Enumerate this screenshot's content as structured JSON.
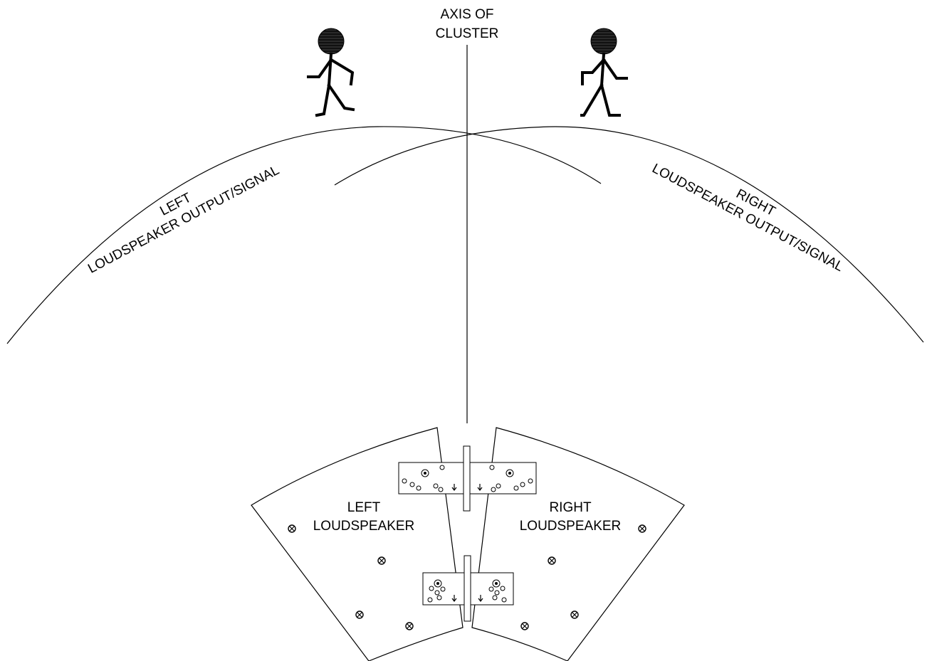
{
  "labels": {
    "axis_line1": "AXIS OF",
    "axis_line2": "CLUSTER",
    "left_output_line1": "LEFT",
    "left_output_line2": "LOUDSPEAKER OUTPUT/SIGNAL",
    "right_output_line1": "RIGHT",
    "right_output_line2": "LOUDSPEAKER OUTPUT/SIGNAL",
    "left_speaker_line1": "LEFT",
    "left_speaker_line2": "LOUDSPEAKER",
    "right_speaker_line1": "RIGHT",
    "right_speaker_line2": "LOUDSPEAKER"
  },
  "colors": {
    "line": "#000000",
    "background": "#ffffff",
    "head_fill": "#111111"
  },
  "icons": [
    "person-figure",
    "screw-icon",
    "connector-plate"
  ]
}
